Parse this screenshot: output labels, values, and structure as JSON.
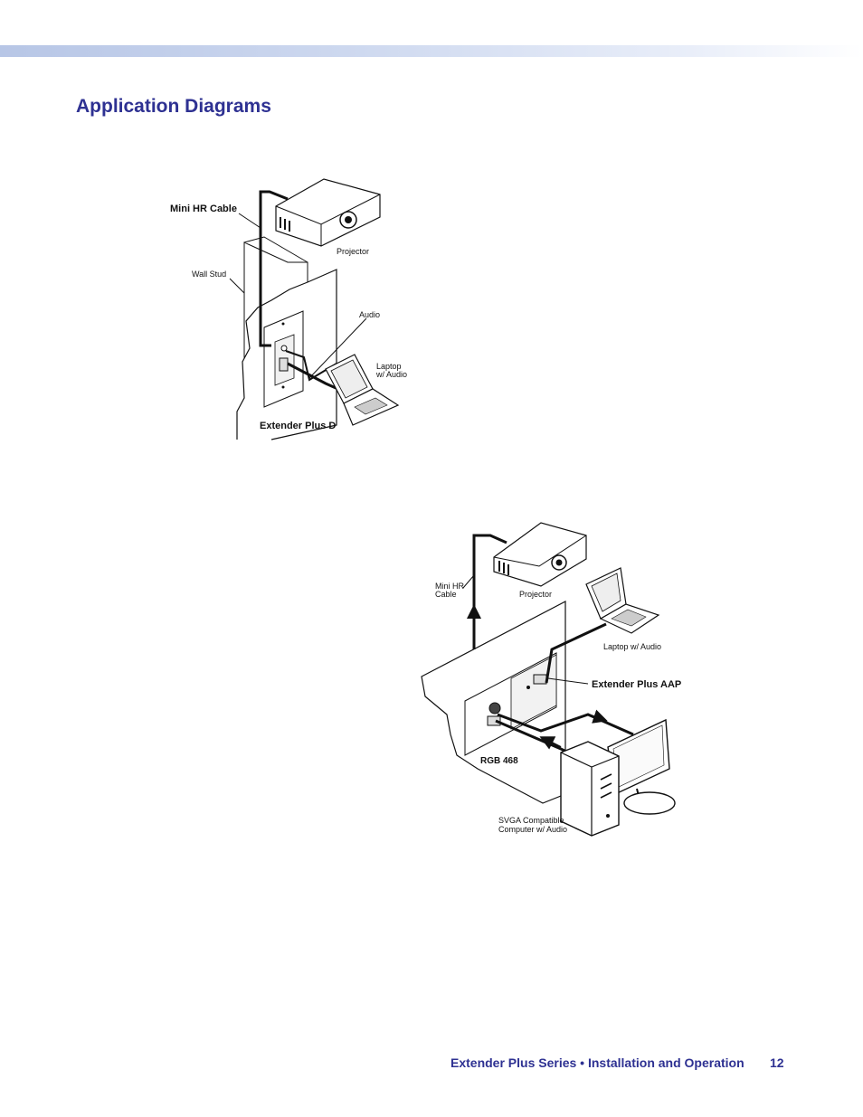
{
  "page": {
    "title": "Application Diagrams",
    "footer": {
      "series_text": "Extender Plus Series •  Installation and Operation",
      "page_number": "12"
    }
  },
  "diagram_1": {
    "mini_hr_cable": "Mini HR Cable",
    "projector": "Projector",
    "wall_stud": "Wall Stud",
    "audio": "Audio",
    "laptop_line1": "Laptop",
    "laptop_line2": "w/ Audio",
    "extender": "Extender Plus D"
  },
  "diagram_2": {
    "mini_hr_line1": "Mini HR",
    "mini_hr_line2": "Cable",
    "projector": "Projector",
    "laptop": "Laptop w/ Audio",
    "extender": "Extender Plus AAP",
    "rgb": "RGB 468",
    "computer_line1": "SVGA Compatible",
    "computer_line2": "Computer w/ Audio"
  }
}
